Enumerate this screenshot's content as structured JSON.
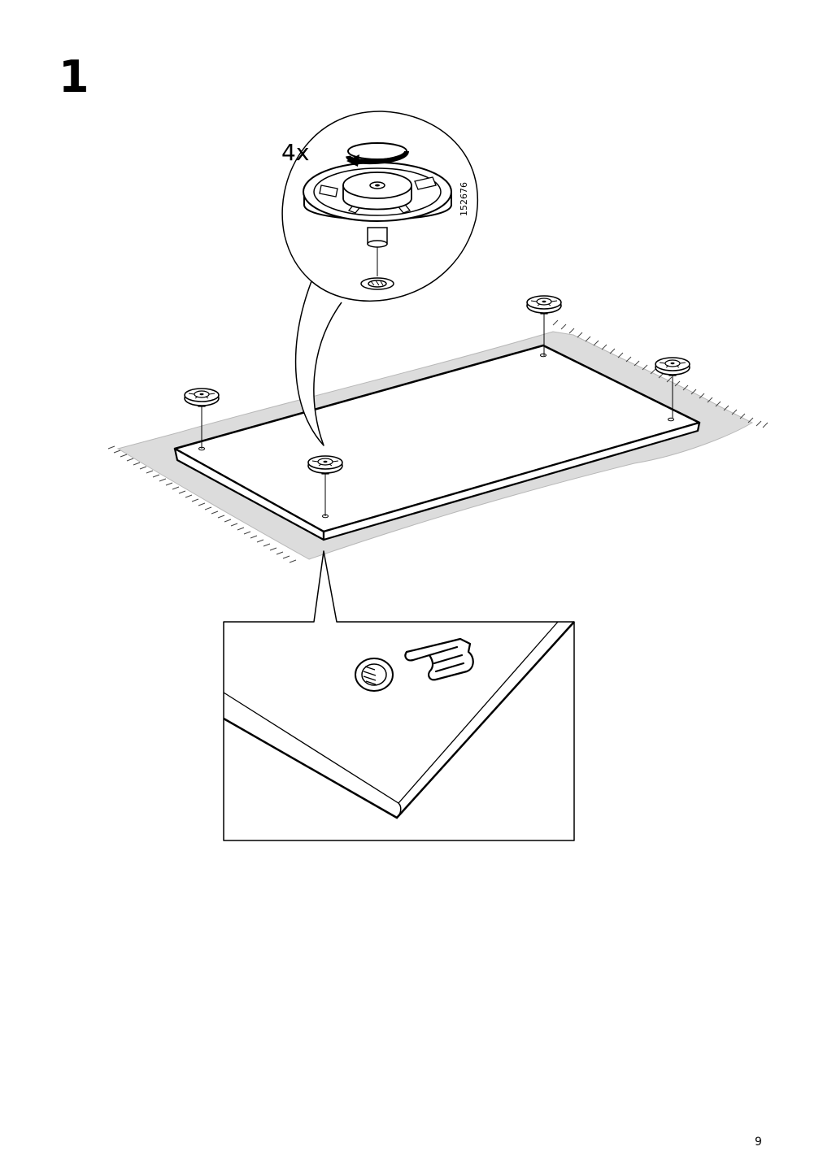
{
  "step": {
    "number": "1"
  },
  "callout": {
    "quantity": "4x",
    "part_number": "152676"
  },
  "icons": [
    "glide-foot-icon",
    "rotate-arrow-icon",
    "threaded-insert-icon",
    "pointing-hand-icon"
  ],
  "page": {
    "number": "9"
  }
}
